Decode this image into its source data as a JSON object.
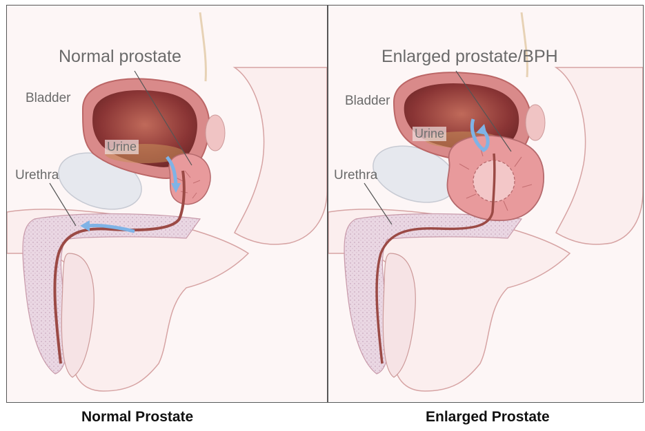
{
  "panels": [
    {
      "title": "Normal prostate",
      "bladder_label": "Bladder",
      "urine_label": "Urine",
      "urethra_label": "Urethra",
      "caption": "Normal Prostate"
    },
    {
      "title": "Enlarged prostate/BPH",
      "bladder_label": "Bladder",
      "urine_label": "Urine",
      "urethra_label": "Urethra",
      "caption": "Enlarged Prostate"
    }
  ],
  "colors": {
    "skin": "#fbeeee",
    "skin_outline": "#c98f8f",
    "bladder_wall": "#d98a8a",
    "bladder_inner": "#8a3535",
    "prostate": "#e89a9c",
    "urethra": "#9b4a45",
    "bone": "#e6e8ee",
    "erectile_tissue": "#ead7e3",
    "arrow": "#7fb3e6"
  }
}
